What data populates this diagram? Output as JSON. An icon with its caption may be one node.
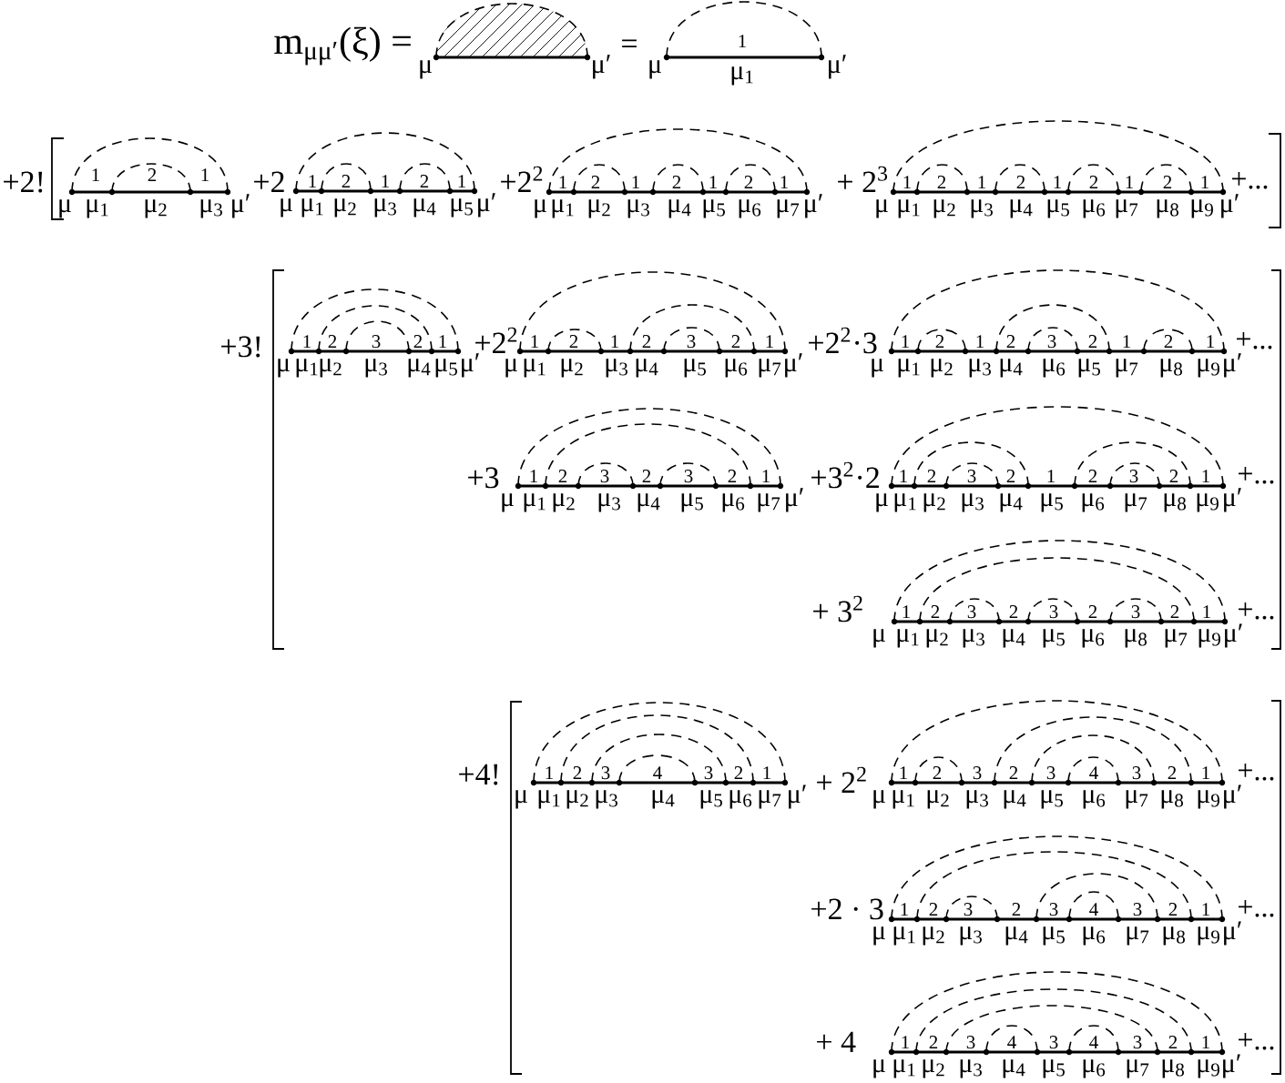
{
  "diagram": {
    "labels": [
      "m$_{μμ′}$(ξ) =",
      "μ",
      "μ′",
      "=",
      "1",
      "μ",
      "μ$_{1}$",
      "μ′",
      "+2!",
      "1",
      "2",
      "1",
      "μ",
      "μ$_{1}$",
      "μ$_{2}$",
      "μ$_{3}$",
      "μ′",
      "+2",
      "1",
      "2",
      "1",
      "2",
      "1",
      "μ",
      "μ$_{1}$",
      "μ$_{2}$",
      "μ$_{3}$",
      "μ$_{4}$",
      "μ$_{5}$",
      "μ′",
      "+2$^{2}$",
      "1",
      "2",
      "1",
      "2",
      "1",
      "2",
      "1",
      "μ",
      "μ$_{1}$",
      "μ$_{2}$",
      "μ$_{3}$",
      "μ$_{4}$",
      "μ$_{5}$",
      "μ$_{6}$",
      "μ$_{7}$",
      "μ′",
      "+ 2$^{3}$",
      "1",
      "2",
      "1",
      "2",
      "1",
      "2",
      "1",
      "2",
      "1",
      "μ",
      "μ$_{1}$",
      "μ$_{2}$",
      "μ$_{3}$",
      "μ$_{4}$",
      "μ$_{5}$",
      "μ$_{6}$",
      "μ$_{7}$",
      "μ$_{8}$",
      "μ$_{9}$",
      "μ′",
      "+...",
      "+3!",
      "1",
      "2",
      "3",
      "2",
      "1",
      "μ",
      "μ$_{1}$",
      "μ$_{2}$",
      "μ$_{3}$",
      "μ$_{4}$",
      "μ$_{5}$",
      "μ′",
      "+2$^{2}$",
      "1",
      "2",
      "1",
      "2",
      "3",
      "2",
      "1",
      "μ",
      "μ$_{1}$",
      "μ$_{2}$",
      "μ$_{3}$",
      "μ$_{4}$",
      "μ$_{5}$",
      "μ$_{6}$",
      "μ$_{7}$",
      "μ′",
      "+2$^{2}$·3",
      "1",
      "2",
      "1",
      "2",
      "3",
      "2",
      "1",
      "2",
      "1",
      "μ",
      "μ$_{1}$",
      "μ$_{2}$",
      "μ$_{3}$",
      "μ$_{4}$",
      "μ$_{6}$",
      "μ$_{5}$",
      "μ$_{7}$",
      "μ$_{8}$",
      "μ$_{9}$",
      "μ′",
      "+...",
      "+3",
      "1",
      "2",
      "3",
      "2",
      "3",
      "2",
      "1",
      "μ",
      "μ$_{1}$",
      "μ$_{2}$",
      "μ$_{3}$",
      "μ$_{4}$",
      "μ$_{5}$",
      "μ$_{6}$",
      "μ$_{7}$",
      "μ′",
      "+3$^{2}$·2",
      "1",
      "2",
      "3",
      "2",
      "1",
      "2",
      "3",
      "2",
      "1",
      "μ",
      "μ$_{1}$",
      "μ$_{2}$",
      "μ$_{3}$",
      "μ$_{4}$",
      "μ$_{5}$",
      "μ$_{6}$",
      "μ$_{7}$",
      "μ$_{8}$",
      "μ$_{9}$",
      "μ′",
      "+...",
      "+ 3$^{2}$",
      "1",
      "2",
      "3",
      "2",
      "3",
      "2",
      "3",
      "2",
      "1",
      "μ",
      "μ$_{1}$",
      "μ$_{2}$",
      "μ$_{3}$",
      "μ$_{4}$",
      "μ$_{5}$",
      "μ$_{6}$",
      "μ$_{8}$",
      "μ$_{7}$",
      "μ$_{9}$",
      "μ′",
      "+...",
      "+4!",
      "1",
      "2",
      "3",
      "4",
      "3",
      "2",
      "1",
      "μ",
      "μ$_{1}$",
      "μ$_{2}$",
      "μ$_{3}$",
      "μ$_{4}$",
      "μ$_{5}$",
      "μ$_{6}$",
      "μ$_{7}$",
      "μ′",
      "+ 2$^{2}$",
      "1",
      "2",
      "3",
      "2",
      "3",
      "4",
      "3",
      "2",
      "1",
      "μ",
      "μ$_{1}$",
      "μ$_{2}$",
      "μ$_{3}$",
      "μ$_{4}$",
      "μ$_{5}$",
      "μ$_{6}$",
      "μ$_{7}$",
      "μ$_{8}$",
      "μ$_{9}$",
      "μ′",
      "+...",
      "+2 · 3",
      "1",
      "2",
      "3",
      "2",
      "3",
      "4",
      "3",
      "2",
      "1",
      "μ",
      "μ$_{1}$",
      "μ$_{2}$",
      "μ$_{3}$",
      "μ$_{4}$",
      "μ$_{5}$",
      "μ$_{6}$",
      "μ$_{7}$",
      "μ$_{8}$",
      "μ$_{9}$",
      "μ′",
      "+...",
      "+ 4",
      "1",
      "2",
      "3",
      "4",
      "3",
      "4",
      "3",
      "2",
      "1",
      "μ",
      "μ$_{1}$",
      "μ$_{2}$",
      "μ$_{3}$",
      "μ$_{4}$",
      "μ$_{5}$",
      "μ$_{6}$",
      "μ$_{7}$",
      "μ$_{8}$",
      "μ$_{9}$",
      "μ′",
      "+..."
    ]
  }
}
